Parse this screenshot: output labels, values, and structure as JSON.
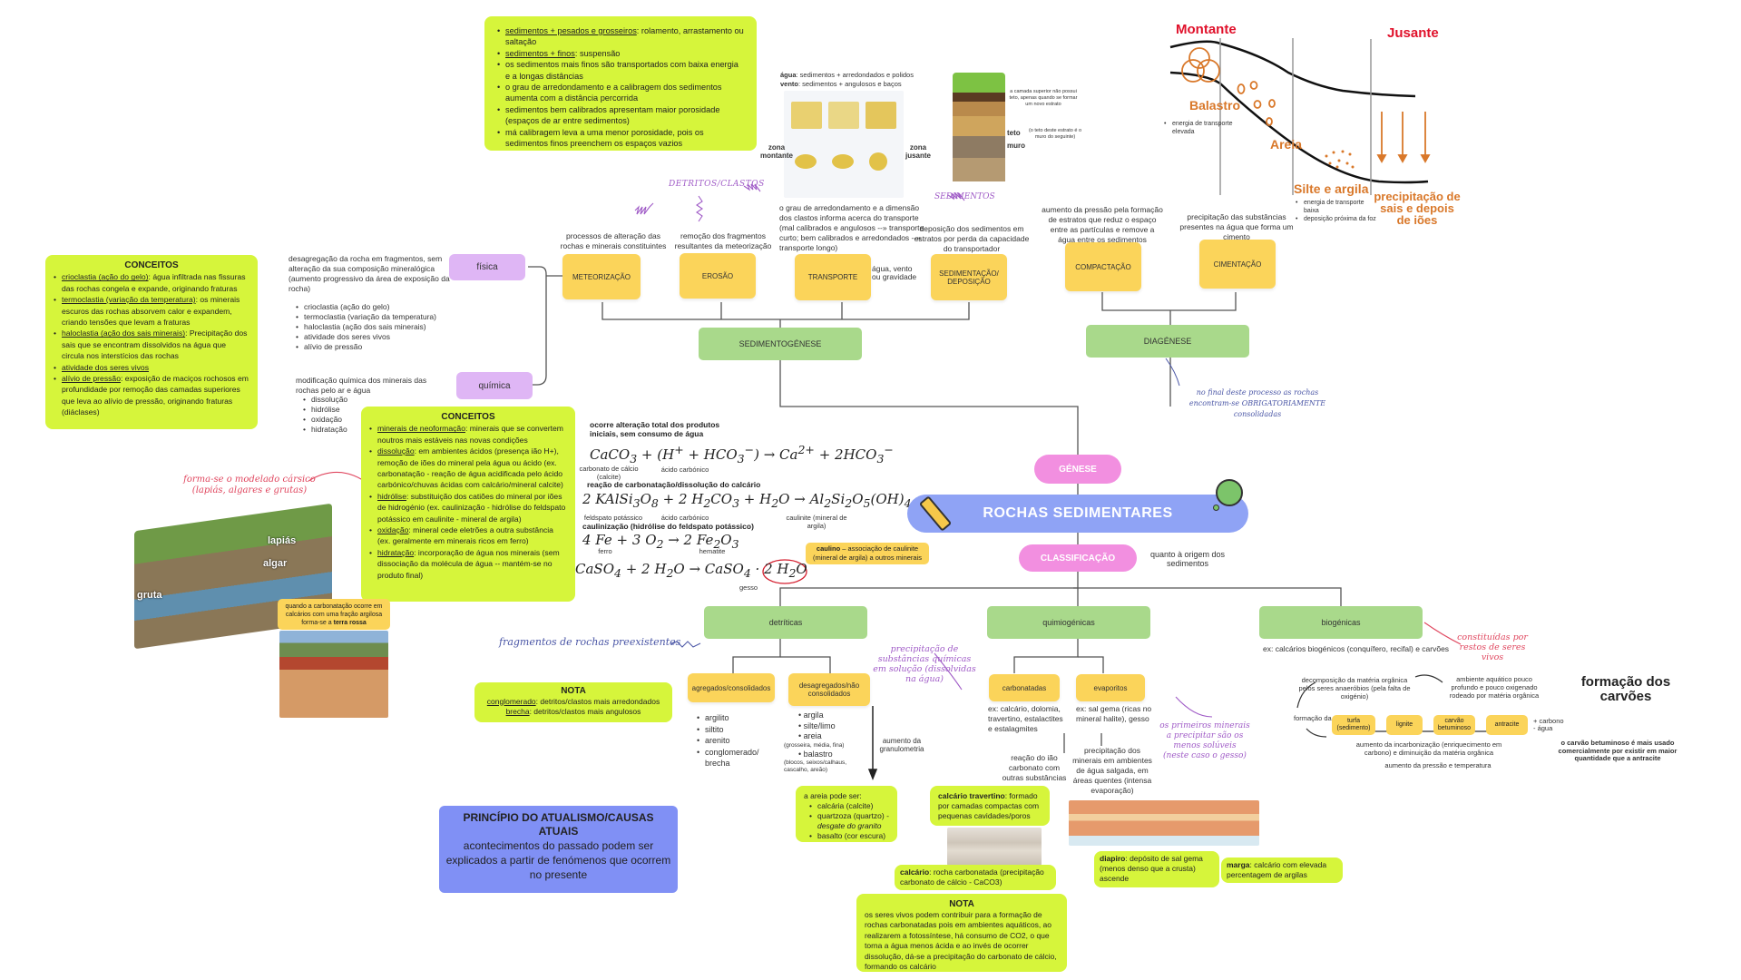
{
  "title": "ROCHAS SEDIMENTARES",
  "genese_label": "GÉNESE",
  "classificacao_label": "CLASSIFICAÇÃO",
  "classificacao_note": "quanto à origem dos sedimentos",
  "transport_note": {
    "items": [
      {
        "u": "sedimentos + pesados e grosseiros",
        "t": ": rolamento, arrastamento ou saltação"
      },
      {
        "u": "sedimentos + finos",
        "t": ": suspensão"
      },
      {
        "u": "",
        "t": "os sedimentos mais finos são transportados com baixa energia e a longas distâncias"
      },
      {
        "u": "",
        "t": "o grau de arredondamento e a calibragem dos sedimentos aumenta com a distância percorrida"
      },
      {
        "u": "",
        "t": "sedimentos bem calibrados apresentam maior porosidade (espaços de ar entre sedimentos)"
      },
      {
        "u": "",
        "t": "má calibragem leva a uma menor porosidade, pois os sedimentos finos preenchem os espaços vazios"
      }
    ]
  },
  "agua_vento": {
    "agua_b": "água",
    "agua": ": sedimentos + arredondados e polidos",
    "vento_b": "vento",
    "vento": ": sedimentos + angulosos e baços",
    "zona_montante": "zona montante",
    "zona_jusante": "zona jusante"
  },
  "estrato": {
    "camada": "a camada superior não possui teto, apenas quando se formar um novo estrato",
    "teto": "teto",
    "teto_note": "(o teto deste estrato é o muro do seguinte)",
    "muro": "muro"
  },
  "river_diagram": {
    "montante": "Montante",
    "jusante": "Jusante",
    "balastro": "Balastro",
    "balastro_note": "energia de transporte elevada",
    "areia": "Areia",
    "silte": "Silte e argila",
    "silte_notes": [
      "energia de transporte baixa",
      "deposição próxima da foz"
    ],
    "precip": "precipitação de sais e depois de iões"
  },
  "sedimentogenese": {
    "label": "SEDIMENTOGÉNESE",
    "detritos": "DETRITOS/CLASTOS",
    "sedimentos": "SEDIMENTOS",
    "steps": [
      {
        "label": "METEORIZAÇÃO",
        "desc": "processos de alteração das rochas e minerais constituintes"
      },
      {
        "label": "EROSÃO",
        "desc": "remoção dos fragmentos resultantes da meteorização"
      },
      {
        "label": "TRANSPORTE",
        "desc": "o grau de arredondamento e a dimensão dos clastos informa acerca do transporte (mal calibrados e angulosos --» transporte curto; bem calibrados e arredondados --» transporte longo)",
        "side": "água, vento ou gravidade"
      },
      {
        "label": "SEDIMENTAÇÃO/ DEPOSIÇÃO",
        "desc": "deposição dos sedimentos em estratos por perda da capacidade do transportador"
      }
    ]
  },
  "diagenese": {
    "label": "DIAGÉNESE",
    "steps": [
      {
        "label": "COMPACTAÇÃO",
        "desc": "aumento da pressão pela formação de estratos que reduz o espaço entre as partículas e remove a água entre os sedimentos (desidratação)"
      },
      {
        "label": "CIMENTAÇÃO",
        "desc": "precipitação das substâncias presentes na água que forma um cimento"
      }
    ],
    "hand_note": "no final deste processo as rochas encontram-se OBRIGATORIAMENTE consolidadas"
  },
  "meteorizacao_types": {
    "fisica": {
      "label": "física",
      "desc": "desagregação da rocha em fragmentos, sem alteração da sua composição mineralógica (aumento progressivo da área de exposição da rocha)",
      "items": [
        "crioclastia (ação do gelo)",
        "termoclastia (variação da temperatura)",
        "haloclastia (ação dos sais minerais)",
        "atividade dos seres vivos",
        "alívio de pressão"
      ]
    },
    "quimica": {
      "label": "química",
      "desc": "modificação química dos minerais das rochas pelo ar e água",
      "items": [
        "dissolução",
        "hidrólise",
        "oxidação",
        "hidratação"
      ]
    }
  },
  "conceitos_fisica": {
    "title": "CONCEITOS",
    "items": [
      {
        "u": "crioclastia (ação do gelo)",
        "t": ": água infiltrada nas fissuras das rochas congela e expande, originando fraturas"
      },
      {
        "u": "termoclastia (variação da temperatura)",
        "t": ": os minerais escuros das rochas absorvem calor e expandem, criando tensões que levam a fraturas"
      },
      {
        "u": "haloclastia (ação dos sais minerais)",
        "t": ": Precipitação dos sais que se encontram dissolvidos na água que circula nos interstícios das rochas"
      },
      {
        "u": "atividade dos seres vivos",
        "t": ""
      },
      {
        "u": "alívio de pressão",
        "t": ": exposição de maciços rochosos em profundidade por remoção das camadas superiores que leva ao alívio de pressão, originando fraturas (diáclases)"
      }
    ]
  },
  "conceitos_quimica": {
    "title": "CONCEITOS",
    "items": [
      {
        "u": "minerais de neoformação",
        "t": ": minerais que se convertem noutros mais estáveis nas novas condições"
      },
      {
        "u": "dissolução",
        "t": ": em ambientes ácidos (presença ião H+), remoção de iões do mineral pela água ou ácido (ex. carbonatação - reação de água acidificada pelo ácido carbónico/chuvas ácidas com calcário/mineral calcite)"
      },
      {
        "u": "hidrólise",
        "t": ": substituição dos catiões do mineral por iões de hidrogénio (ex. caulinização - hidrólise do feldspato potássico em caulinite - mineral de argila)"
      },
      {
        "u": "oxidação",
        "t": ": mineral cede eletrões a outra substância (ex. geralmente em minerais ricos em ferro)"
      },
      {
        "u": "hidratação",
        "t": ": incorporação de água nos minerais (sem dissociação da molécula de água -- mantém-se no produto final)"
      }
    ]
  },
  "equations": {
    "h1": "ocorre alteração total dos produtos iniciais, sem consumo de água",
    "eq1_labels": [
      "carbonato de cálcio (calcite)",
      "ácido carbónico"
    ],
    "h2": "reação de carbonatação/dissolução do calcário",
    "eq2_labels": [
      "feldspato potássico",
      "ácido carbónico",
      "caulinite (mineral de argila)"
    ],
    "h3": "caulinização (hidrólise do feldspato potássico)",
    "eq3_labels": [
      "ferro",
      "hematite"
    ],
    "eq4_labels": [
      "gesso"
    ],
    "caulino_b": "caulino",
    "caulino": " – associação de caulinite (mineral de argila) a outros minerais"
  },
  "carsico": {
    "hand": "forma-se o modelado cársico (lapiás, algares e grutas)",
    "labels": [
      "lapiás",
      "algar",
      "gruta"
    ],
    "terra_rossa": "quando a carbonatação ocorre em calcários com uma fração argilosa forma-se a",
    "terra_rossa_b": "terra rossa"
  },
  "classes": {
    "detriticas": {
      "label": "detríticas",
      "hand": "fragmentos de rochas preexistentes",
      "agregados": {
        "label": "agregados/consolidados",
        "items": [
          "argilito",
          "siltito",
          "arenito",
          "conglomerado/ brecha"
        ]
      },
      "desagregados": {
        "label": "desagregados/não consolidados",
        "items": [
          {
            "t": "argila"
          },
          {
            "t": "silte/limo"
          },
          {
            "t": "areia",
            "s": "(grosseira, média, fina)"
          },
          {
            "t": "balastro",
            "s": "(blocos, seixos/calhaus, cascalho, areão)"
          }
        ]
      },
      "granulometria": "aumento da granulometria",
      "areia_note": {
        "title": "a areia pode ser:",
        "items": [
          "calcária (calcite)",
          "quartzoza (quartzo) -",
          "basalto (cor escura)"
        ],
        "italic": "desgate do granito"
      },
      "nota": {
        "title": "NOTA",
        "l1_u": "conglomerado",
        "l1": ": detritos/clastos mais arredondados",
        "l2_u": "brecha",
        "l2": ": detritos/clastos mais angulosos"
      }
    },
    "quimiogenicas": {
      "label": "quimiogénicas",
      "hand": "precipitação de substâncias químicas em solução (dissolvidas na água)",
      "carbonatadas": {
        "label": "carbonatadas",
        "ex": "ex: calcário, dolomia, travertino, estalactites e estalagmites",
        "reacao": "reação do ião carbonato com outras substâncias"
      },
      "evaporitos": {
        "label": "evaporitos",
        "ex": "ex: sal gema (ricas no mineral halite), gesso",
        "precip": "precipitação dos minerais em ambientes de água salgada, em áreas quentes (intensa evaporação)"
      },
      "evap_hand": "os primeiros minerais a precipitar são os menos solúveis (neste caso o gesso)",
      "travertino_b": "calcário travertino",
      "travertino": ": formado por camadas compactas com pequenas cavidades/poros",
      "calcario_b": "calcário",
      "calcario": ": rocha carbonatada (precipitação carbonato de cálcio - CaCO3)",
      "diapiro_b": "diapiro",
      "diapiro": ": depósito de sal gema (menos denso que a crusta) ascende",
      "marga_b": "marga",
      "marga": ": calcário com elevada percentagem de argilas",
      "nota": {
        "title": "NOTA",
        "text": "os seres vivos podem contribuir para a formação de rochas carbonatadas pois em ambientes aquáticos, ao realizarem a fotossíntese, há consumo de CO2, o que torna a água menos ácida e ao invés de ocorrer dissolução, dá-se a precipitação do carbonato de cálcio, formando os calcário"
      }
    },
    "biogenicas": {
      "label": "biogénicas",
      "hand": "constituídas por restos de seres vivos",
      "ex": "ex: calcários biogénicos (conquífero, recifal) e carvões"
    }
  },
  "carvoes": {
    "title": "formação dos carvões",
    "decomp": "decomposição da matéria orgânica pelos seres anaeróbios (pela falta de oxigénio)",
    "ambiente": "ambiente aquático pouco profundo e pouco oxigenado rodeado por matéria orgânica",
    "formacao": "formação da",
    "stages": [
      "turfa (sedimento)",
      "lignite",
      "carvão betuminoso",
      "antracite"
    ],
    "plus": "+ carbono",
    "minus": "- água",
    "incarb": "aumento da incarbonização (enriquecimento em carbono) e diminuição da matéria orgânica",
    "pressao": "aumento da pressão e temperatura",
    "betuminoso": "o carvão betuminoso é mais usado comercialmente por existir em maior quantidade que a antracite"
  },
  "atualismo": {
    "title": "PRINCÍPIO DO ATUALISMO/CAUSAS ATUAIS",
    "text": "acontecimentos do passado podem ser explicados a partir de fenómenos que ocorrem no presente"
  },
  "colors": {
    "lime": "#d6f53b",
    "yellow": "#fbd45a",
    "green": "#a9d98b",
    "pink": "#f28fe0",
    "blue": "#8fa3f5",
    "orange": "#d9782a",
    "red": "#e0112b"
  }
}
